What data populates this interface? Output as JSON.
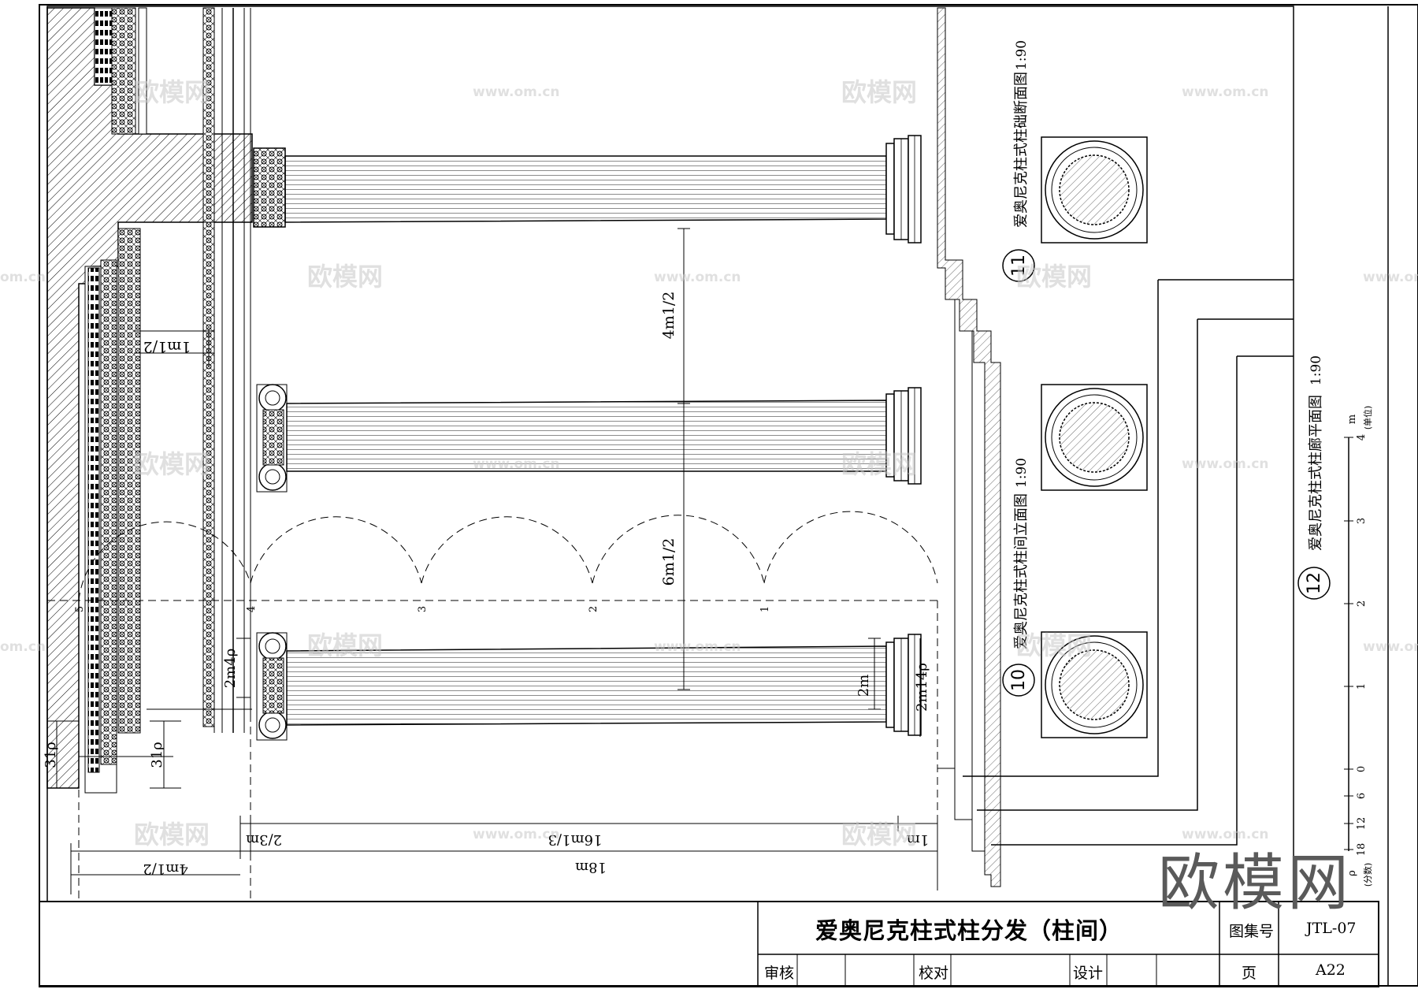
{
  "title_block": {
    "main_title": "爱奥尼克柱式柱分发（柱间）",
    "atlas_label": "图集号",
    "atlas_value": "JTL-07",
    "review_label": "审核",
    "check_label": "校对",
    "design_label": "设计",
    "page_label": "页",
    "page_value": "A22"
  },
  "views": {
    "v11": {
      "number": "11",
      "title": "爱奥尼克柱式柱础断面图",
      "scale": "1:90"
    },
    "v10": {
      "number": "10",
      "title": "爱奥尼克柱式柱间立面图",
      "scale": "1:90"
    },
    "v12": {
      "number": "12",
      "title": "爱奥尼克柱式柱廊平面图",
      "scale": "1:90"
    }
  },
  "dimensions": {
    "d_4m12_vert": "4m1/2",
    "d_6m12_vert": "6m1/2",
    "d_1m12_left": "1m1/2",
    "d_2m4p": "2m4ρ",
    "d_2m": "2m",
    "d_2m14p": "2m14ρ",
    "d_31p_a": "31ρ",
    "d_31p_b": "31ρ",
    "d_23m": "2/3m",
    "d_16m13": "16m1/3",
    "d_1m": "1m",
    "d_4m12_bottom": "4m1/2",
    "d_18m": "18m"
  },
  "arc_points": [
    "1",
    "2",
    "3",
    "4",
    "5"
  ],
  "scale_bar": {
    "m_ticks": [
      "0",
      "1",
      "2",
      "3",
      "4"
    ],
    "m_label": "m",
    "m_unit": "(单位)",
    "p_ticks": [
      "6",
      "12",
      "18"
    ],
    "p_label": "ρ",
    "p_unit": "(分数)"
  },
  "watermarks": {
    "cn": "欧模网",
    "url": "www.om.cn",
    "url_short": "om.cn",
    "big": "欧模网"
  }
}
